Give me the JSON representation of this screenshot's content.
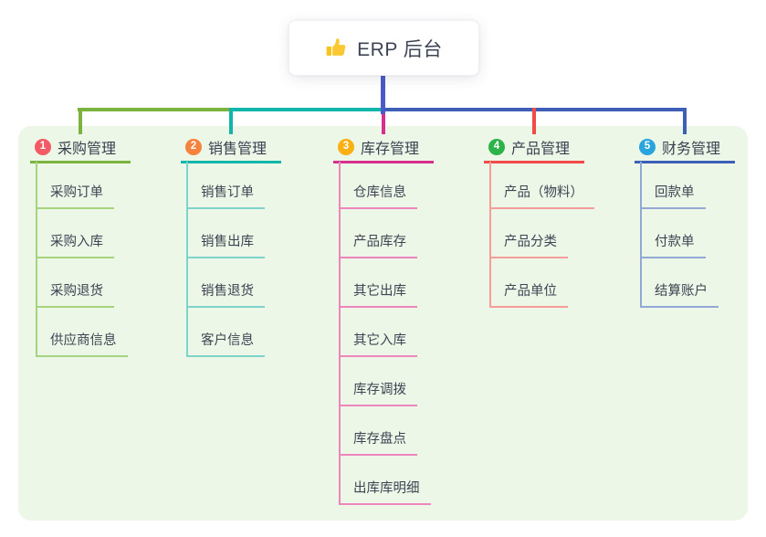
{
  "root": {
    "title": "ERP 后台",
    "icon": "thumbs-up-icon"
  },
  "colors": {
    "panel_bg": "#edf7e7",
    "root_line": "#4b5ac8",
    "text": "#3d4553"
  },
  "branches": [
    {
      "num": "1",
      "label": "采购管理",
      "badge_color": "#f25b66",
      "line_color": "#7ab43e",
      "child_line_color": "#a6d37e",
      "children": [
        "采购订单",
        "采购入库",
        "采购退货",
        "供应商信息"
      ]
    },
    {
      "num": "2",
      "label": "销售管理",
      "badge_color": "#f5823d",
      "line_color": "#11b5a9",
      "child_line_color": "#7ed4cb",
      "children": [
        "销售订单",
        "销售出库",
        "销售退货",
        "客户信息"
      ]
    },
    {
      "num": "3",
      "label": "库存管理",
      "badge_color": "#f9b013",
      "line_color": "#d62f8d",
      "child_line_color": "#ee86bd",
      "children": [
        "仓库信息",
        "产品库存",
        "其它出库",
        "其它入库",
        "库存调拨",
        "库存盘点",
        "出库库明细"
      ]
    },
    {
      "num": "4",
      "label": "产品管理",
      "badge_color": "#2eb34a",
      "line_color": "#f24a48",
      "child_line_color": "#f79d99",
      "children": [
        "产品（物料）",
        "产品分类",
        "产品单位"
      ]
    },
    {
      "num": "5",
      "label": "财务管理",
      "badge_color": "#29a4dc",
      "line_color": "#3d5fb5",
      "child_line_color": "#92a8d5",
      "children": [
        "回款单",
        "付款单",
        "结算账户"
      ]
    }
  ]
}
